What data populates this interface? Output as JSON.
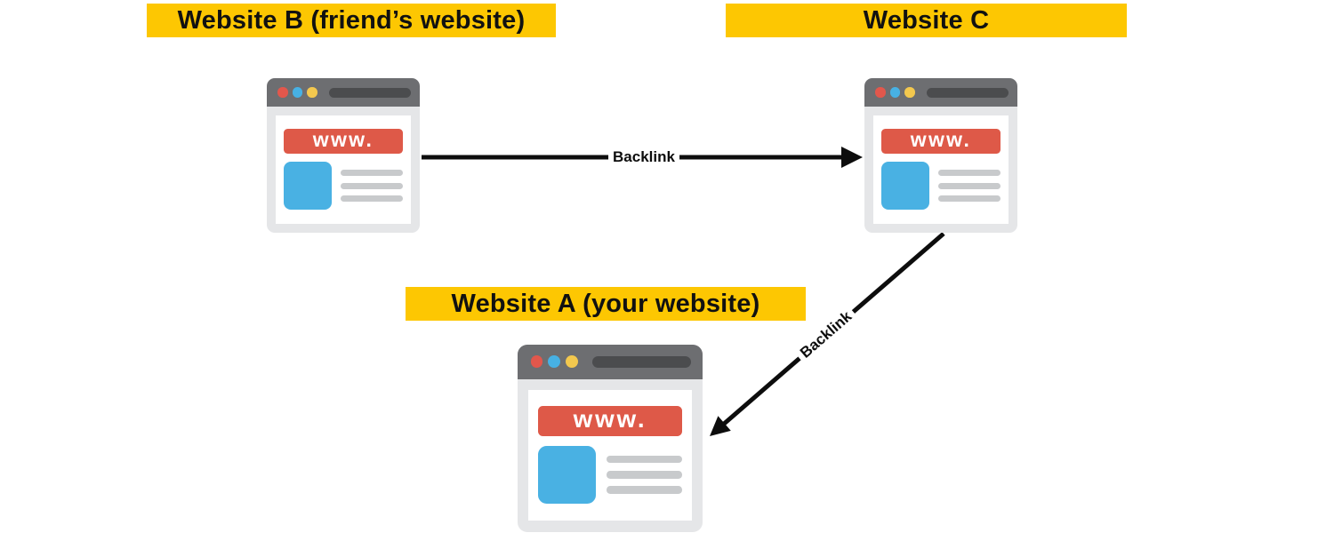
{
  "labels": {
    "b": "Website B (friend’s website)",
    "c": "Website C",
    "a": "Website A (your website)"
  },
  "windows": {
    "b": {
      "url_text": "www."
    },
    "c": {
      "url_text": "www."
    },
    "a": {
      "url_text": "www."
    }
  },
  "arrows": {
    "b_to_c": {
      "label": "Backlink",
      "direction": "Website B to Website C"
    },
    "c_to_a": {
      "label": "Backlink",
      "direction": "Website C to Website A"
    }
  },
  "colors": {
    "highlight_yellow": "#FDC702",
    "titlebar_gray": "#6D6E71",
    "address_bar_gray": "#4B4C4E",
    "frame_gray": "#E5E6E8",
    "dot_red": "#E2574C",
    "dot_blue": "#47B1E4",
    "dot_yellow": "#F3C84E",
    "url_banner_red": "#DE5948",
    "image_block_blue": "#49B1E3",
    "text_line_gray": "#C8CACC",
    "arrow_black": "#0D0D0D",
    "background": "#FFFFFF"
  }
}
